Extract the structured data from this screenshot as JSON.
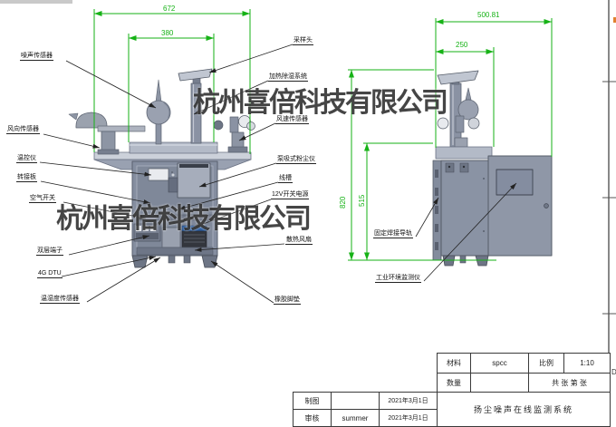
{
  "watermark": {
    "text": "杭州喜倍科技有限公司"
  },
  "front_view": {
    "dimensions": {
      "width_outer": "672",
      "width_inner": "380"
    },
    "labels_left": [
      "噪声传感器",
      "风向传感器",
      "温控仪",
      "转接板",
      "空气开关",
      "双层端子",
      "4G DTU",
      "温湿度传感器"
    ],
    "labels_right": [
      "采样头",
      "加热除湿系统",
      "风速传感器",
      "泵吸式粉尘仪",
      "线槽",
      "12V开关电源",
      "散热风扇",
      "橡胶脚垫"
    ]
  },
  "side_view": {
    "dimensions": {
      "width_outer": "500.81",
      "width_inner": "250",
      "height_outer": "820",
      "height_inner": "515"
    },
    "labels": [
      "固定焊接导轨",
      "工业环境监测仪"
    ]
  },
  "title_block": {
    "material_label": "材料",
    "material_value": "spcc",
    "scale_label": "比例",
    "scale_value": "1:10",
    "quantity_label": "数量",
    "quantity_value": "",
    "sheets_text": "共 张 第 张",
    "drawn_label": "制图",
    "drawn_value": "",
    "drawn_date": "2021年3月1日",
    "check_label": "审核",
    "check_value": "summer",
    "check_date": "2021年3月1日",
    "drawing_title": "扬尘噪声在线监测系统"
  },
  "frame": {
    "zone_letter": "D"
  },
  "colors": {
    "dimension_green": "#16b216",
    "cabinet_gray": "#858ea0",
    "accent_blue": "#2b5c9e"
  }
}
